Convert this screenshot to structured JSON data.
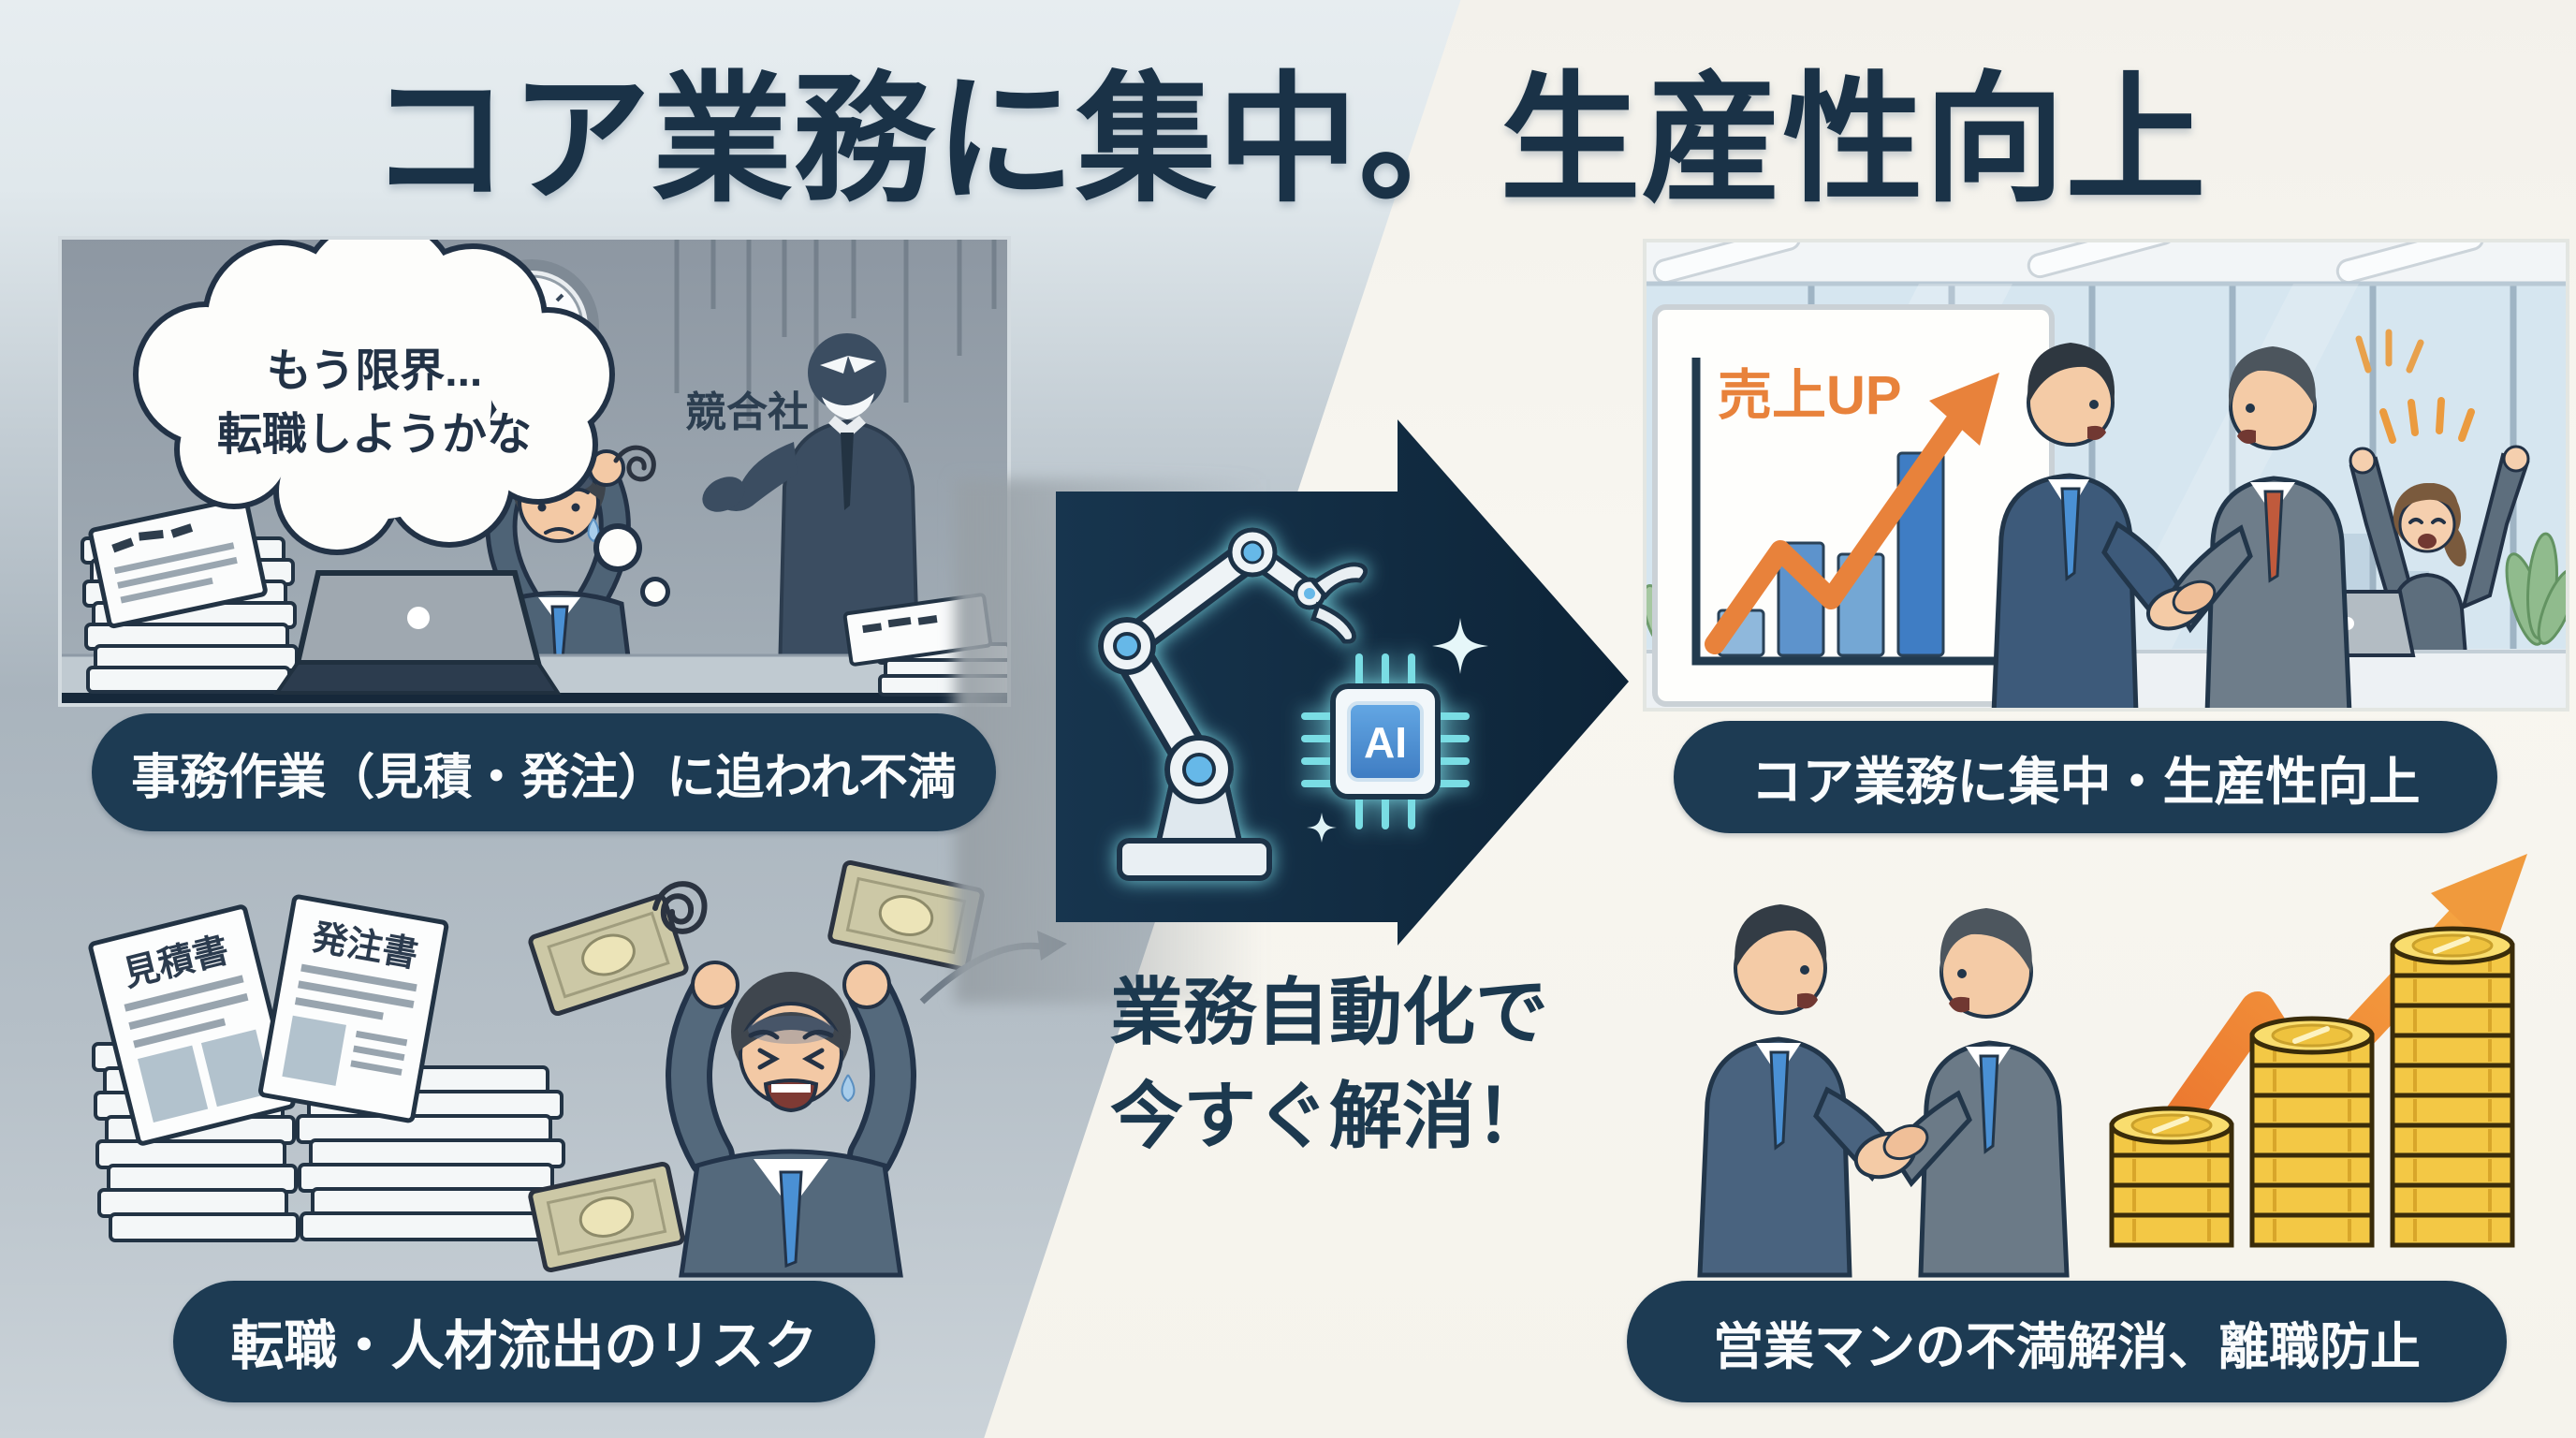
{
  "title": "コア業務に集中。生産性向上",
  "pain": {
    "thought_line1": "もう限界...",
    "thought_line2": "転職しようかな",
    "competitor": "競合社",
    "caption_top": "事務作業（見積・発注）に追われ不満",
    "doc_quote": "見積書",
    "doc_order": "発注書",
    "caption_bottom": "転職・人材流出のリスク"
  },
  "solution": {
    "chip": "AI",
    "line1": "業務自動化で",
    "line2": "今すぐ解消！"
  },
  "gain": {
    "board_label": "売上UP",
    "caption_top": "コア業務に集中・生産性向上",
    "caption_bottom": "営業マンの不満解消、離職防止",
    "chart": {
      "type": "bar",
      "bars": [
        2,
        5,
        4.5,
        9
      ],
      "bar_colors": [
        "#8fb8dc",
        "#5d93cc",
        "#74a7d4",
        "#3f7dc4"
      ],
      "trend": "up"
    },
    "coin_stacks": [
      4,
      7,
      10
    ]
  },
  "icons": {
    "clock": "clock-icon",
    "robot": "robot-arm-icon",
    "chip": "ai-chip-icon",
    "sparkle": "sparkle-icon",
    "coins": "coin-stacks-icon",
    "trend": "growth-arrow-icon"
  },
  "colors": {
    "navy": "#1d3b53",
    "title": "#1a3247",
    "accent_orange": "#e8823b",
    "chip_blue": "#4a90d4",
    "glow_cyan": "#7fe0ea",
    "coin_gold": "#f3c845"
  }
}
